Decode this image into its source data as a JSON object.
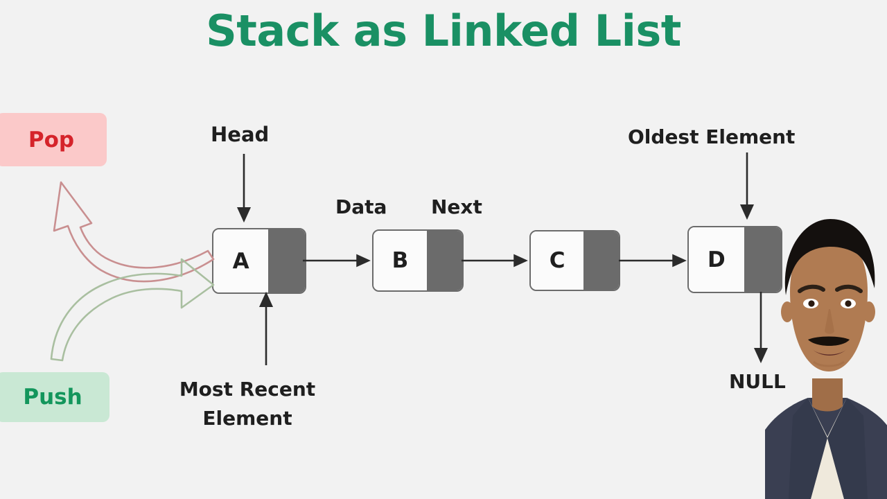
{
  "title": "Stack as Linked List",
  "colors": {
    "background": "#f2f2f2",
    "title_green": "#1a9064",
    "pop_badge_bg": "#fbc9c9",
    "pop_badge_text": "#d5232a",
    "push_badge_bg": "#c9e8d4",
    "push_badge_text": "#13965c",
    "node_border": "#6b6b6b",
    "node_data_fill": "#fbfbfb",
    "node_next_fill": "#6b6b6b",
    "arrow_dark": "#2b2b2b",
    "pop_arrow": "#c98f90",
    "push_arrow": "#a9bfa0",
    "text_dark": "#1f1f1f"
  },
  "badges": {
    "pop": "Pop",
    "push": "Push"
  },
  "labels": {
    "head": "Head",
    "data": "Data",
    "next": "Next",
    "oldest_element": "Oldest Element",
    "null": "NULL",
    "most_recent_element": "Most Recent Element"
  },
  "chart_data": {
    "type": "diagram",
    "structure": "singly-linked-list",
    "nodes": [
      {
        "value": "A",
        "role": "head / top of stack",
        "next": "B"
      },
      {
        "value": "B",
        "role": "node",
        "next": "C"
      },
      {
        "value": "C",
        "role": "node",
        "next": "D"
      },
      {
        "value": "D",
        "role": "tail / oldest element",
        "next": "NULL"
      }
    ],
    "annotations": [
      {
        "text": "Head",
        "points_to": "A",
        "direction": "down"
      },
      {
        "text": "Most Recent Element",
        "points_to": "A",
        "direction": "up"
      },
      {
        "text": "Data",
        "points_to": "B data field"
      },
      {
        "text": "Next",
        "points_to": "B next field"
      },
      {
        "text": "Oldest Element",
        "points_to": "D",
        "direction": "down"
      },
      {
        "text": "NULL",
        "points_to": "D next field",
        "direction": "down"
      },
      {
        "text": "Pop",
        "points_to": "A",
        "direction": "out, up-left"
      },
      {
        "text": "Push",
        "points_to": "A",
        "direction": "in, up-right"
      }
    ]
  },
  "presenter": {
    "description": "instructor-overlay",
    "blazer_color": "#3a3f52",
    "shirt_color": "#efe9dc",
    "skin_color": "#b07b52",
    "hair_color": "#14100e"
  }
}
